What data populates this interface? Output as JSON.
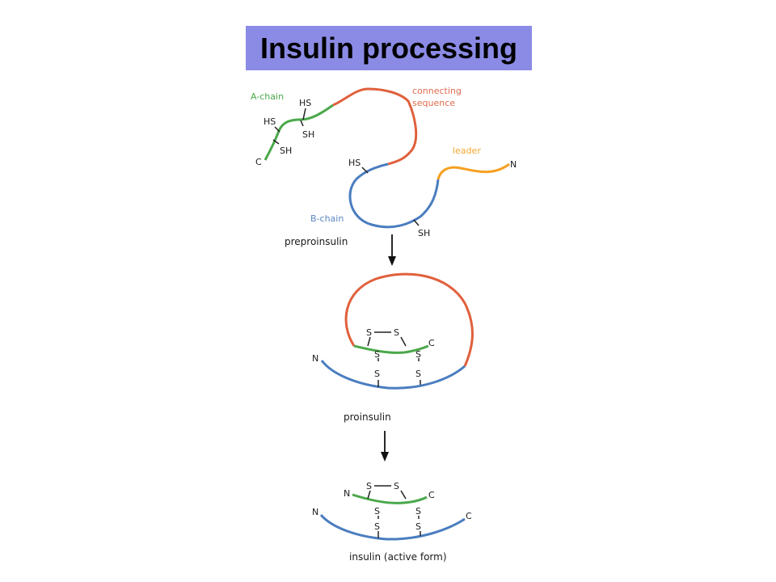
{
  "title": "Insulin processing",
  "colors": {
    "a_chain": "#4aa84a",
    "b_chain": "#4a7dbf",
    "connecting": "#e0603c",
    "leader": "#f5a020",
    "title_bg": "#8b8be6"
  },
  "preproinsulin": {
    "a_chain_label": "A-chain",
    "b_chain_label": "B-chain",
    "connecting_label_1": "connecting",
    "connecting_label_2": "sequence",
    "leader_label": "leader",
    "caption": "preproinsulin",
    "sulfhydryl_hs": "HS",
    "sulfhydryl_sh": "SH",
    "c_terminus": "C",
    "n_terminus": "N"
  },
  "proinsulin": {
    "caption": "proinsulin",
    "sulfur": "S",
    "c_terminus": "C",
    "n_terminus": "N"
  },
  "insulin": {
    "caption": "insulin (active form)",
    "sulfur": "S",
    "c_terminus": "C",
    "n_terminus": "N"
  },
  "icons": {
    "arrow": "down-arrow-icon"
  }
}
